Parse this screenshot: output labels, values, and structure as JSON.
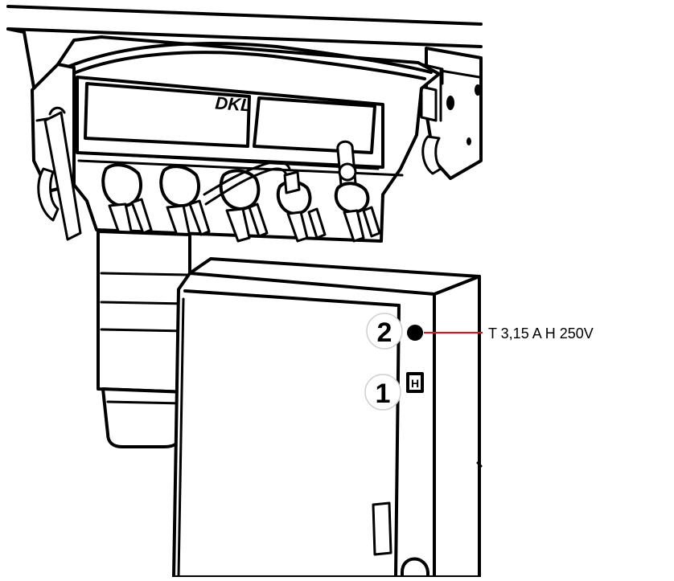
{
  "device": {
    "brand_label": "DKL"
  },
  "callouts": [
    {
      "number": "2",
      "label": "T 3,15 A H 250V"
    },
    {
      "number": "1",
      "label": ""
    }
  ],
  "switch": {
    "glyph": "H"
  },
  "colors": {
    "leader_line": "#c0202a",
    "line_art": "#000000",
    "fill": "#ffffff"
  }
}
